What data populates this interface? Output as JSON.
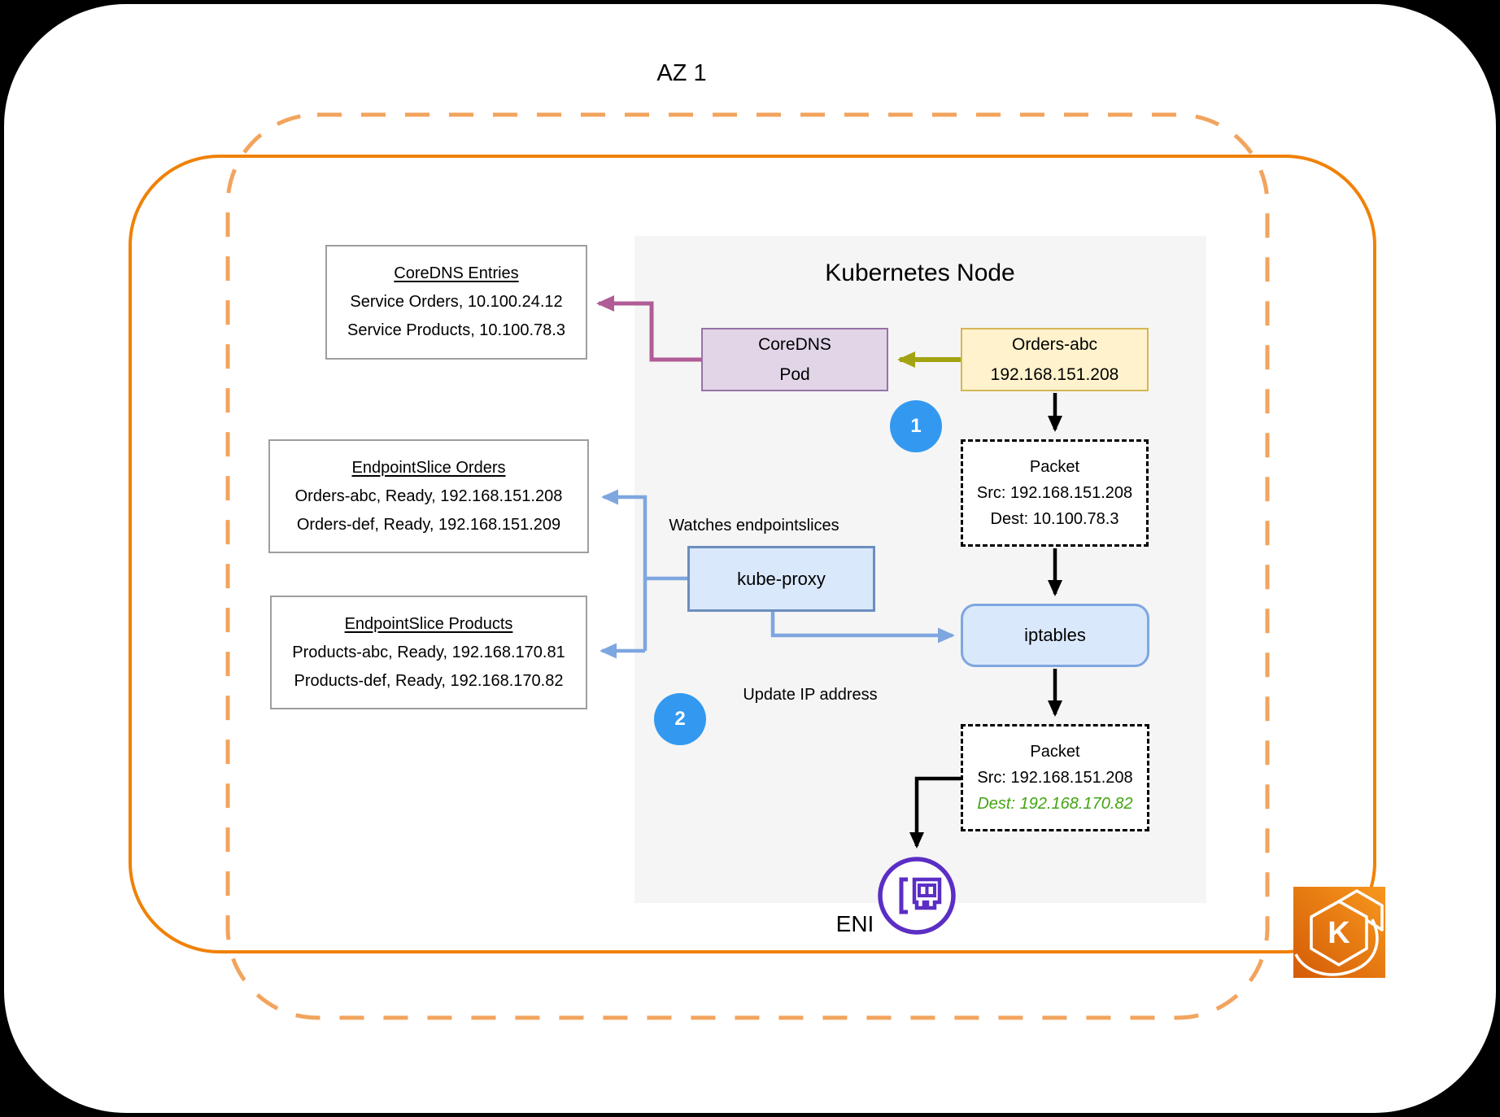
{
  "az": {
    "label": "AZ 1"
  },
  "node": {
    "title": "Kubernetes Node"
  },
  "boxes": {
    "coredns_entries": {
      "title": "CoreDNS Entries",
      "rows": [
        "Service Orders, 10.100.24.12",
        "Service Products, 10.100.78.3"
      ]
    },
    "endpointslice_orders": {
      "title": "EndpointSlice Orders",
      "rows": [
        "Orders-abc, Ready, 192.168.151.208",
        "Orders-def, Ready, 192.168.151.209"
      ]
    },
    "endpointslice_products": {
      "title": "EndpointSlice Products",
      "rows": [
        "Products-abc, Ready, 192.168.170.81",
        "Products-def, Ready, 192.168.170.82"
      ]
    },
    "coredns_pod": {
      "line1": "CoreDNS",
      "line2": "Pod"
    },
    "orders_pod": {
      "line1": "Orders-abc",
      "line2": "192.168.151.208"
    },
    "packet_before": {
      "title": "Packet",
      "src": "Src: 192.168.151.208",
      "dest": "Dest: 10.100.78.3"
    },
    "kube_proxy": {
      "label": "kube-proxy"
    },
    "iptables": {
      "label": "iptables"
    },
    "packet_after": {
      "title": "Packet",
      "src": "Src: 192.168.151.208",
      "dest": "Dest: 192.168.170.82"
    }
  },
  "labels": {
    "watches": "Watches endpointslices",
    "update_ip": "Update IP address",
    "eni": "ENI"
  },
  "steps": {
    "one": "1",
    "two": "2"
  },
  "icons": {
    "eni": "network-interface-card",
    "eks": "amazon-eks",
    "eks_letter": "K"
  },
  "colors": {
    "az_dashed_border": "#F2A45E",
    "subnet_solid_border": "#F08106",
    "node_background": "#F5F5F5",
    "mauve_arrow": "#B05C96",
    "olive_arrow": "#A3A312",
    "blue_arrow": "#7EA6E0",
    "black_arrow": "#000000",
    "step_circle": "#3399F0",
    "dest_highlight": "#43A412",
    "eni_purple": "#5B2EC5",
    "eks_orange_dark": "#D45B07",
    "eks_orange_light": "#F7981D",
    "yellow_box": "#FFF2CC",
    "purple_box": "#E1D5E7",
    "blue_box": "#DAE8FC"
  }
}
